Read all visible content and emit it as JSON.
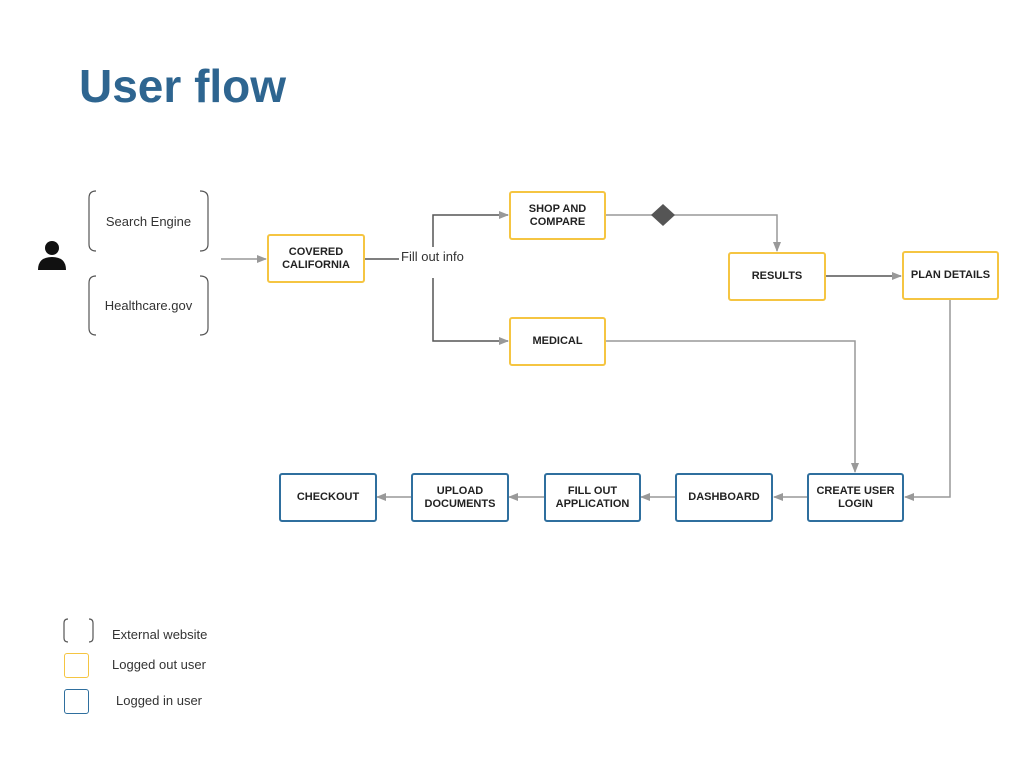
{
  "title": "User flow",
  "external_sites": [
    "Search Engine",
    "Healthcare.gov"
  ],
  "edge_label": "Fill out info",
  "nodes": {
    "covered_california": "COVERED\nCALIFORNIA",
    "shop_and_compare": "SHOP AND\nCOMPARE",
    "medical": "MEDICAL",
    "results": "RESULTS",
    "plan_details": "PLAN DETAILS",
    "create_user_login": "CREATE USER\nLOGIN",
    "dashboard": "DASHBOARD",
    "fill_out_application": "FILL OUT\nAPPLICATION",
    "upload_documents": "UPLOAD\nDOCUMENTS",
    "checkout": "CHECKOUT"
  },
  "legend": {
    "external": "External website",
    "logged_out": "Logged out user",
    "logged_in": "Logged in user"
  },
  "colors": {
    "title": "#2e6590",
    "logged_out": "#f5c542",
    "logged_in": "#2f6f9e",
    "connector": "#999999",
    "decision": "#555555"
  },
  "icons": [
    "user-icon",
    "decision-diamond"
  ]
}
